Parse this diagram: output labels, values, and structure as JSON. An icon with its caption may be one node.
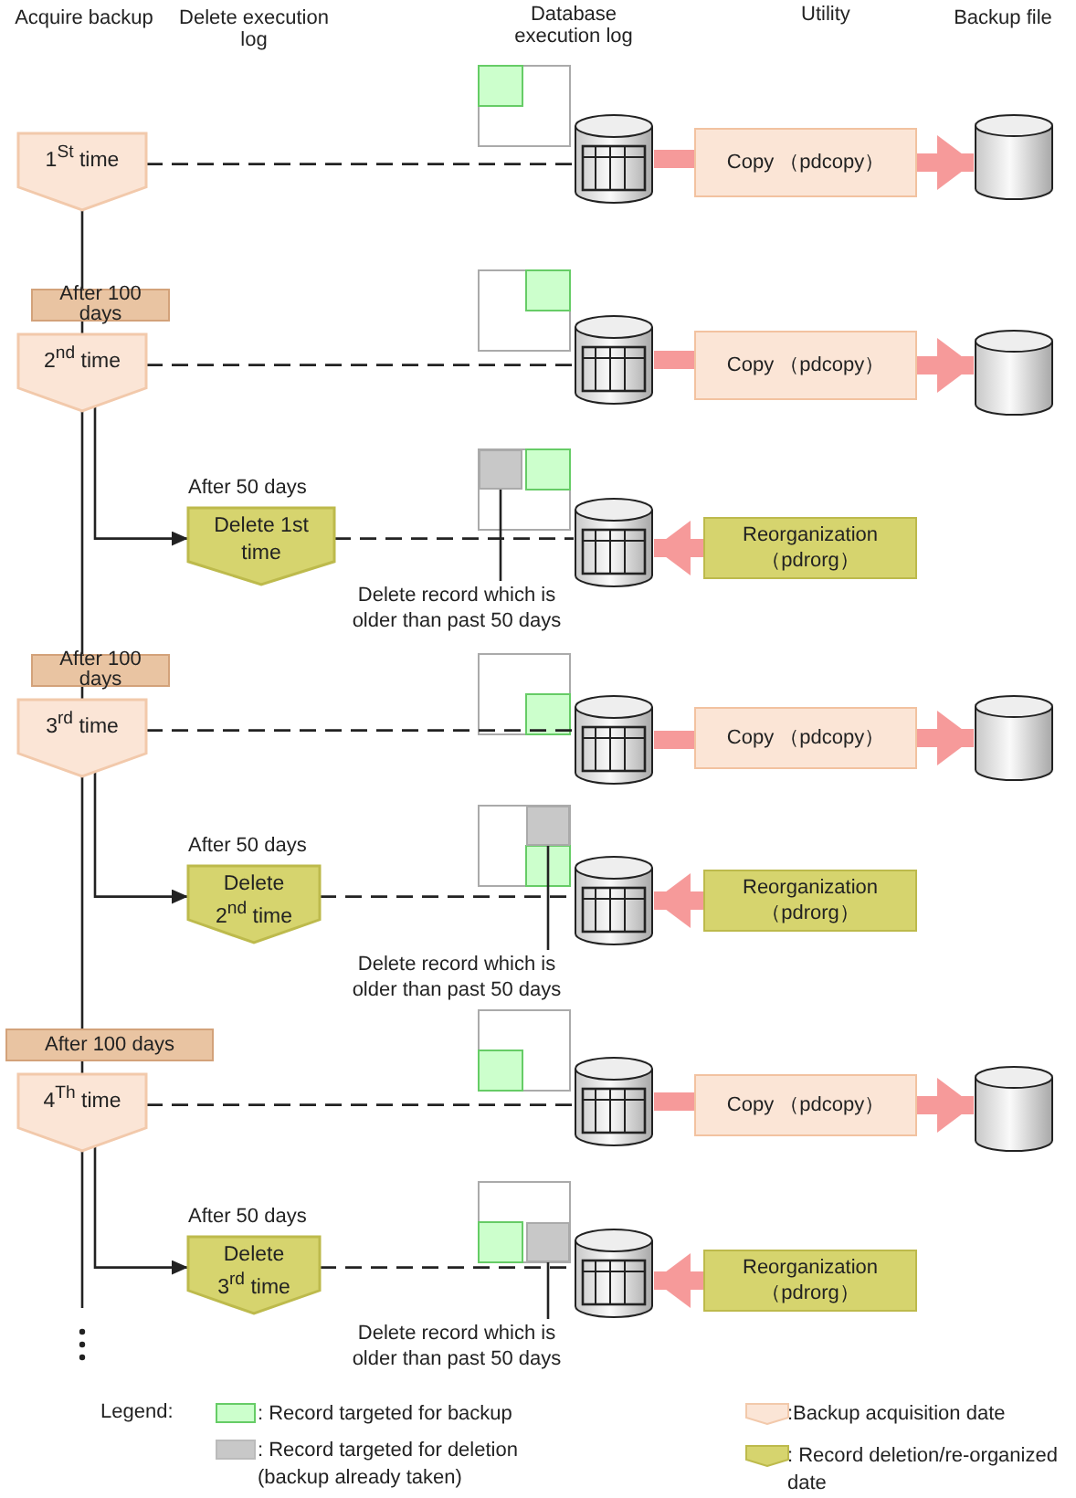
{
  "diagram": {
    "nodes": [
      {
        "text": [
          "1$^{St}$ time"
        ]
      },
      {
        "text": [],
        "shape": "cylinder"
      },
      {
        "text": [
          "Copy （pdcopy）"
        ]
      },
      {
        "text": [],
        "shape": "cylinder"
      },
      {
        "text": [
          "After 100 days"
        ]
      },
      {
        "text": [
          "2$^{nd}$ time"
        ]
      },
      {
        "text": [],
        "shape": "cylinder"
      },
      {
        "text": [
          "Copy （pdcopy）"
        ]
      },
      {
        "text": [],
        "shape": "cylinder"
      },
      {
        "text": [
          "Delete 1st time"
        ],
        "beside": [
          "After 50 days"
        ]
      },
      {
        "text": [],
        "shape": "box"
      },
      {
        "text": [],
        "shape": "cylinder"
      },
      {
        "text": [
          "Reorganization （pdrorg）"
        ]
      },
      {
        "text": [
          "Delete record which is older than past 50 days"
        ]
      },
      {
        "text": [
          "After 100 days"
        ]
      },
      {
        "text": [
          "3$^{rd}$ time"
        ]
      },
      {
        "text": [],
        "shape": "cylinder"
      },
      {
        "text": [
          "Copy （pdcopy）"
        ]
      },
      {
        "text": [],
        "shape": "cylinder"
      },
      {
        "text": [
          "Delete 2$^{nd}$ time"
        ],
        "beside": [
          "After 50 days"
        ]
      },
      {
        "text": [],
        "shape": "box"
      },
      {
        "text": [],
        "shape": "cylinder"
      },
      {
        "text": [
          "Reorganization （pdrorg）"
        ]
      },
      {
        "text": [
          "Delete record which is older than past 50 days"
        ]
      },
      {
        "text": [
          "After 100 days"
        ]
      },
      {
        "text": [
          "4$^{Th}$ time"
        ]
      },
      {
        "text": [],
        "shape": "cylinder"
      },
      {
        "text": [
          "Copy （pdcopy）"
        ]
      },
      {
        "text": [],
        "shape": "cylinder"
      },
      {
        "text": [
          "Delete 3$^{rd}$ time"
        ],
        "beside": [
          "After 50 days"
        ]
      },
      {
        "text": [],
        "shape": "box"
      },
      {
        "text": [],
        "shape": "cylinder"
      },
      {
        "text": [
          "Reorganization （pdrorg）"
        ]
      },
      {
        "text": [
          "Delete record which is older than past 50 days"
        ]
      }
    ],
    "edges": [
      {
        "from": 0,
        "to": 4,
        "arrow": "none"
      },
      {
        "from": 4,
        "to": 5,
        "arrow": "none"
      },
      {
        "from": 5,
        "to": 14,
        "arrow": "none"
      },
      {
        "from": 14,
        "to": 15,
        "arrow": "none"
      },
      {
        "from": 15,
        "to": 24,
        "arrow": "none"
      },
      {
        "from": 24,
        "to": 25,
        "arrow": "none"
      },
      {
        "from": 25,
        "to": null,
        "arrow": "none"
      },
      {
        "from": 5,
        "to": 9,
        "arrow": "to"
      },
      {
        "from": 15,
        "to": 19,
        "arrow": "to"
      },
      {
        "from": 25,
        "to": 29,
        "arrow": "to"
      },
      {
        "from": 0,
        "to": 1,
        "arrow": "none",
        "style": "dashed"
      },
      {
        "from": 5,
        "to": 6,
        "arrow": "none",
        "style": "dashed"
      },
      {
        "from": 9,
        "to": 11,
        "arrow": "none",
        "style": "dashed"
      },
      {
        "from": 15,
        "to": 16,
        "arrow": "none",
        "style": "dashed"
      },
      {
        "from": 19,
        "to": 21,
        "arrow": "none",
        "style": "dashed"
      },
      {
        "from": 25,
        "to": 26,
        "arrow": "none",
        "style": "dashed"
      },
      {
        "from": 29,
        "to": 31,
        "arrow": "none",
        "style": "dashed"
      },
      {
        "from": 1,
        "to": 2,
        "arrow": "none",
        "style": "thick",
        "color": "#f69a9a"
      },
      {
        "from": 2,
        "to": 3,
        "arrow": "to",
        "style": "thick",
        "color": "#f69a9a"
      },
      {
        "from": 6,
        "to": 7,
        "arrow": "none",
        "style": "thick",
        "color": "#f69a9a"
      },
      {
        "from": 7,
        "to": 8,
        "arrow": "to",
        "style": "thick",
        "color": "#f69a9a"
      },
      {
        "from": 12,
        "to": 11,
        "arrow": "to",
        "style": "thick",
        "color": "#f69a9a"
      },
      {
        "from": 16,
        "to": 17,
        "arrow": "none",
        "style": "thick",
        "color": "#f69a9a"
      },
      {
        "from": 17,
        "to": 18,
        "arrow": "to",
        "style": "thick",
        "color": "#f69a9a"
      },
      {
        "from": 22,
        "to": 21,
        "arrow": "to",
        "style": "thick",
        "color": "#f69a9a"
      },
      {
        "from": 26,
        "to": 27,
        "arrow": "none",
        "style": "thick",
        "color": "#f69a9a"
      },
      {
        "from": 27,
        "to": 28,
        "arrow": "to",
        "style": "thick",
        "color": "#f69a9a"
      },
      {
        "from": 32,
        "to": 31,
        "arrow": "to",
        "style": "thick",
        "color": "#f69a9a"
      },
      {
        "from": 13,
        "to": 10,
        "arrow": "other"
      },
      {
        "from": 23,
        "to": 20,
        "arrow": "other"
      },
      {
        "from": 33,
        "to": 30,
        "arrow": "other"
      }
    ],
    "labels": [
      "Acquire backup",
      "Delete execution log",
      "Database execution log",
      "Utility",
      "Backup file",
      "Legend:"
    ],
    "legend": [
      {
        "text": ": Record targeted for backup",
        "color": "#ccffcc"
      },
      {
        "text": ":Backup acquisition date"
      },
      {
        "text": ": Record targeted for deletion (backup already taken)",
        "color": "#c8c8c8"
      },
      {
        "text": ": Record deletion/re-organized date"
      }
    ]
  }
}
